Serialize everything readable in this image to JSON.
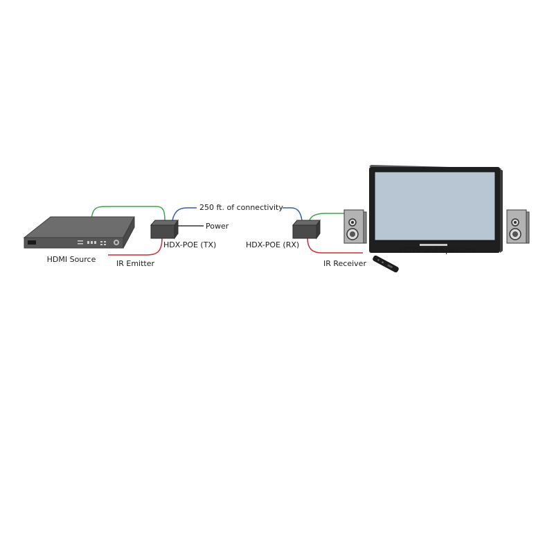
{
  "labels": {
    "hdmi_source": "HDMI Source",
    "ir_emitter": "IR Emitter",
    "tx": "HDX-POE (TX)",
    "power": "Power",
    "connectivity": "250 ft. of connectivity",
    "rx": "HDX-POE (RX)",
    "ir_receiver": "IR Receiver",
    "hdtv": "HDTV and Speakers"
  },
  "colors": {
    "hdmi_cable": "#3aa84a",
    "network_cable": "#2f5fb0",
    "ir_cable": "#d42a2a",
    "power_cable": "#333333",
    "device_body": "#4a4a4a",
    "tv_screen": "#b8c6d4"
  },
  "icons": {
    "source": "media-player-icon",
    "tx": "transmitter-box-icon",
    "rx": "receiver-box-icon",
    "tv": "television-icon",
    "speaker": "speaker-icon",
    "remote": "remote-control-icon"
  }
}
